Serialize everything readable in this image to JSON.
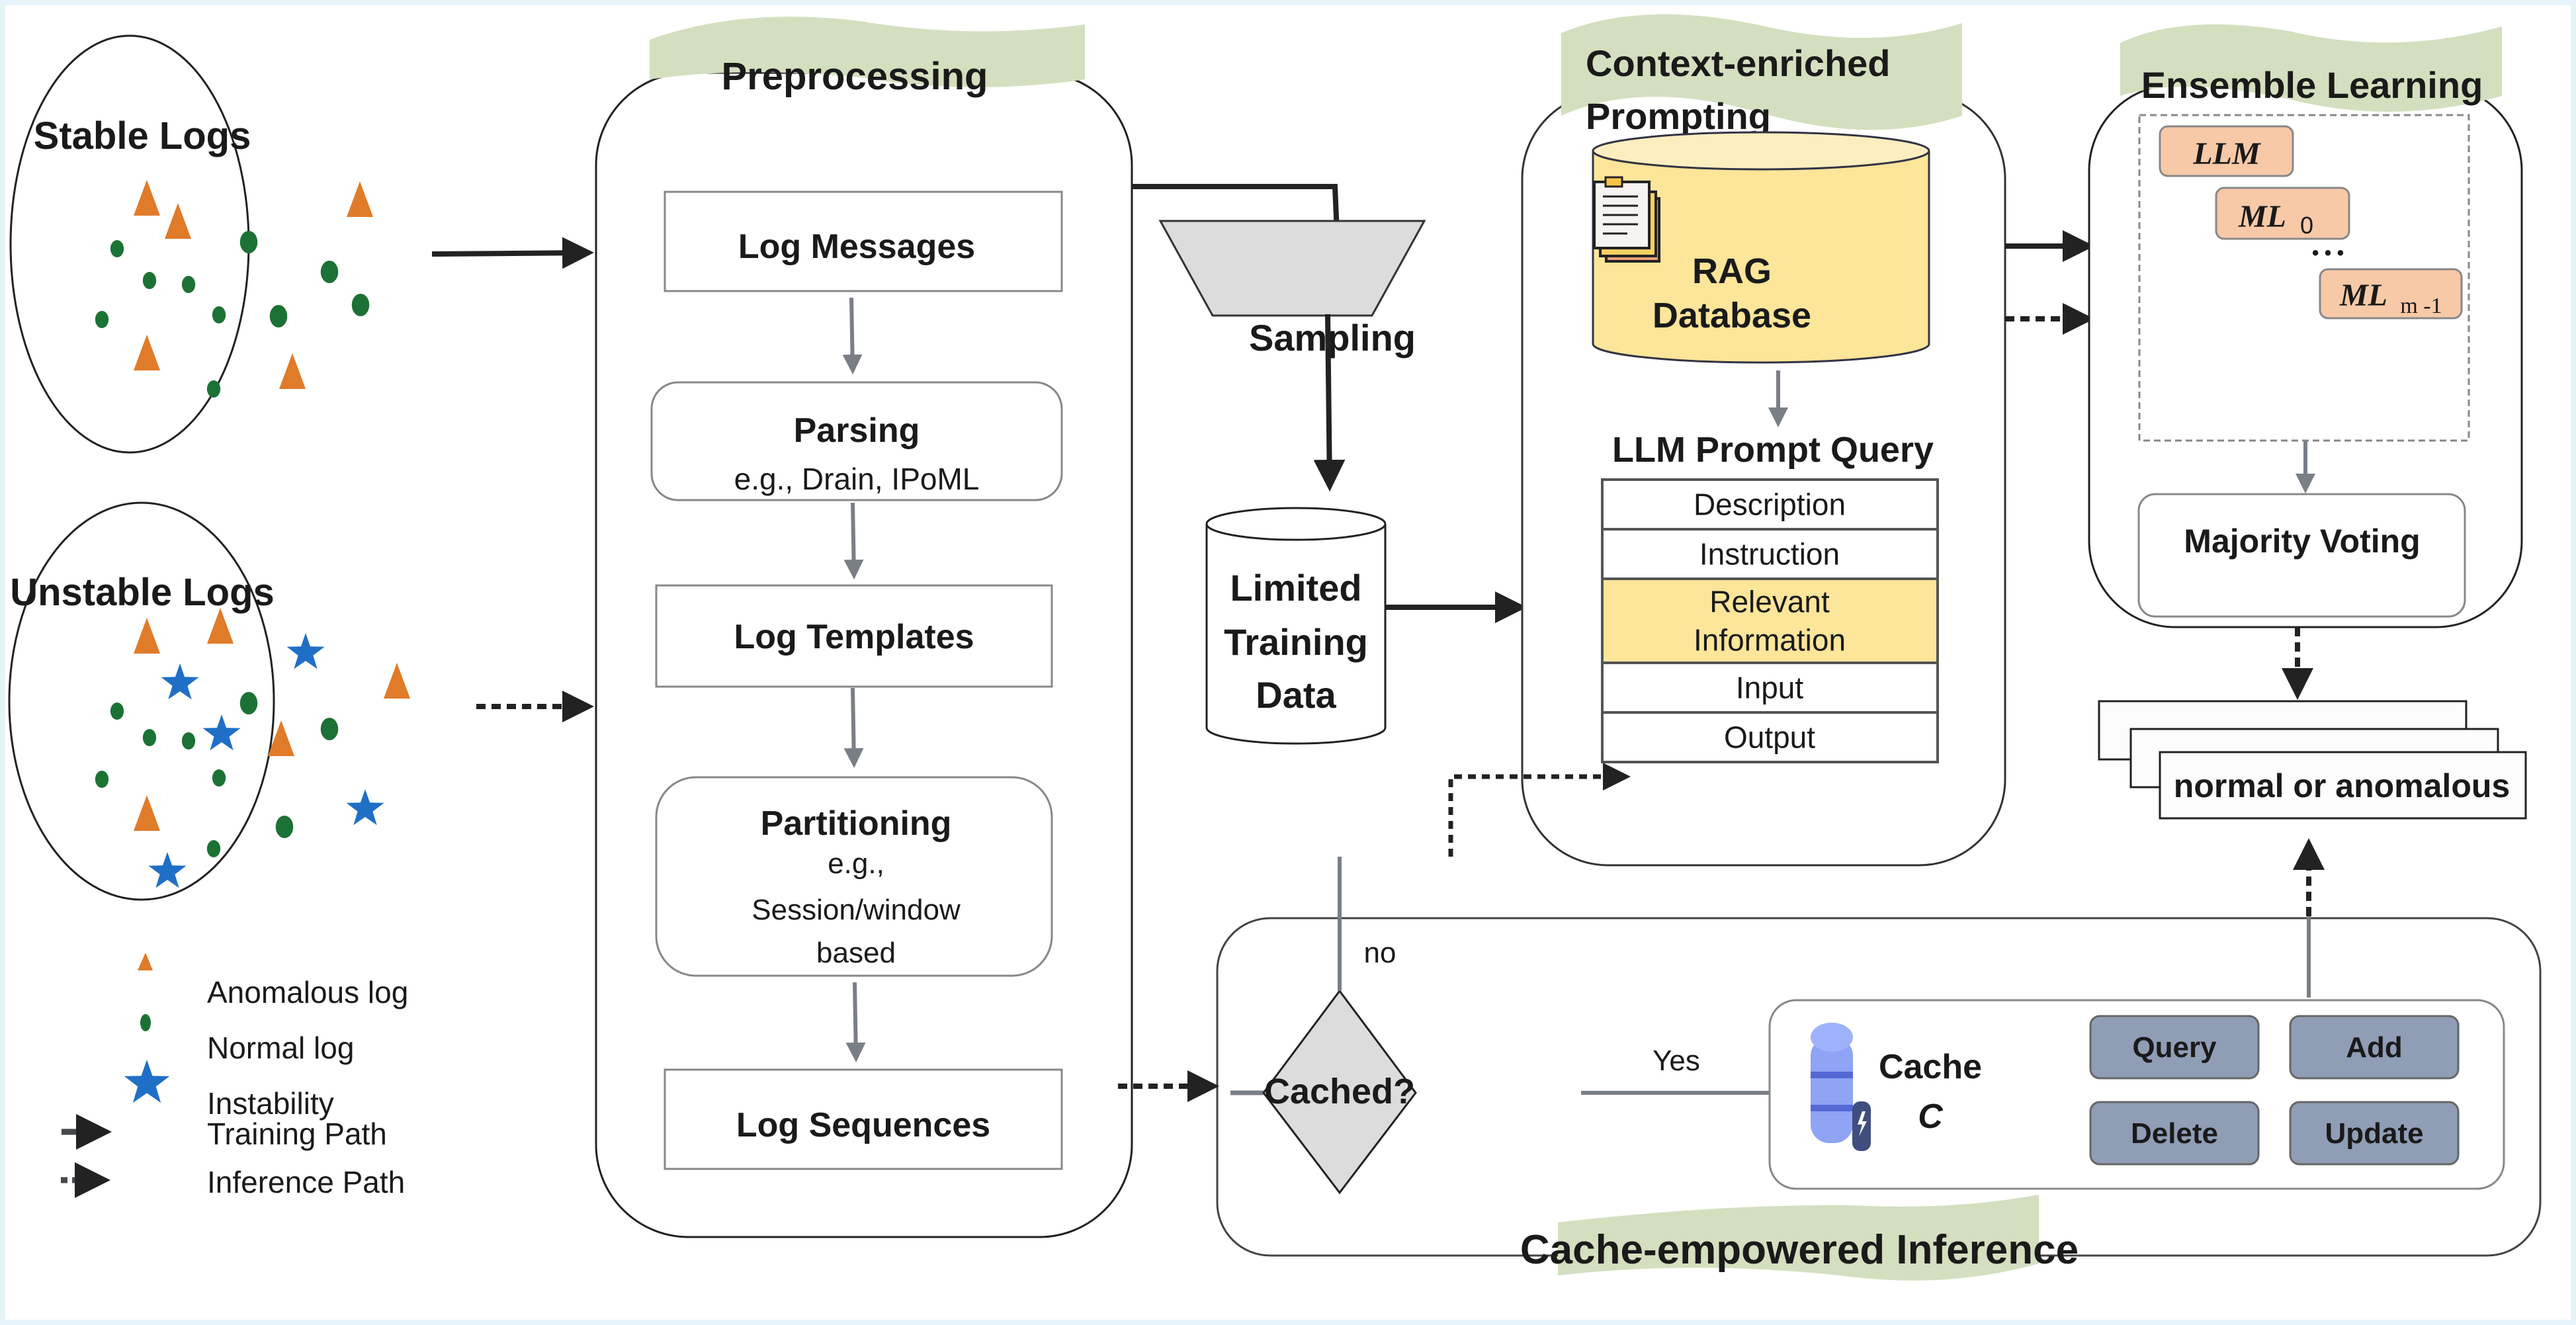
{
  "legend": {
    "items": [
      {
        "label": "Anomalous log",
        "icon": "triangle-icon",
        "color": "#e07b2a"
      },
      {
        "label": "Normal log",
        "icon": "circle-icon",
        "color": "#1c7235"
      },
      {
        "label": "Instability",
        "icon": "star-icon",
        "color": "#1f6fc6"
      },
      {
        "label": "Training Path",
        "icon": "solid-arrow-icon"
      },
      {
        "label": "Inference Path",
        "icon": "dotted-arrow-icon"
      }
    ]
  },
  "inputs": {
    "stable": {
      "title": "Stable Logs"
    },
    "unstable": {
      "title": "Unstable Logs"
    }
  },
  "preprocessing": {
    "banner": "Preprocessing",
    "steps": [
      {
        "title": "Log Messages"
      },
      {
        "title": "Parsing",
        "subtitle": "e.g., Drain, IPoML"
      },
      {
        "title": "Log Templates"
      },
      {
        "title": "Partitioning",
        "subtitle_lines": [
          "e.g.,",
          "Session/window",
          "based"
        ]
      },
      {
        "title": "Log Sequences"
      }
    ]
  },
  "sampling": {
    "label": "Sampling"
  },
  "training_data": {
    "lines": [
      "Limited",
      "Training",
      "Data"
    ]
  },
  "prompting": {
    "banner_lines": [
      "Context-enriched",
      "Prompting"
    ],
    "rag": {
      "lines": [
        "RAG",
        "Database"
      ]
    },
    "query_title": "LLM Prompt Query",
    "rows": [
      {
        "label": "Description",
        "highlight": false
      },
      {
        "label": "Instruction",
        "highlight": false
      },
      {
        "label": "Relevant Information",
        "lines": [
          "Relevant",
          "Information"
        ],
        "highlight": true
      },
      {
        "label": "Input",
        "highlight": false
      },
      {
        "label": "Output",
        "highlight": false
      }
    ]
  },
  "ensemble": {
    "banner": "Ensemble Learning",
    "models": [
      {
        "name": "LLM",
        "sub": ""
      },
      {
        "name": "ML",
        "sub": "0"
      },
      {
        "name": "ML",
        "sub": "m -1"
      }
    ],
    "ellipsis": "• • •",
    "voting": "Majority Voting"
  },
  "result": {
    "label": "normal or anomalous"
  },
  "inference": {
    "banner": "Cache-empowered Inference",
    "decision": "Cached?",
    "no_label": "no",
    "yes_label": "Yes",
    "cache_title": "Cache",
    "cache_symbol": "C",
    "operations": [
      "Query",
      "Add",
      "Delete",
      "Update"
    ]
  },
  "colors": {
    "banner": "#d3dfbe",
    "anomalous": "#e07b2a",
    "normal": "#1c7235",
    "instability": "#1f6fc6",
    "model_box": "#f7c9a7",
    "rag_fill": "#fde599",
    "highlight_row": "#fde599",
    "op_button": "#8f9db5",
    "decision_fill": "#dcdcdc",
    "gray_arrow": "#7a7f86",
    "dark_arrow": "#222222"
  }
}
